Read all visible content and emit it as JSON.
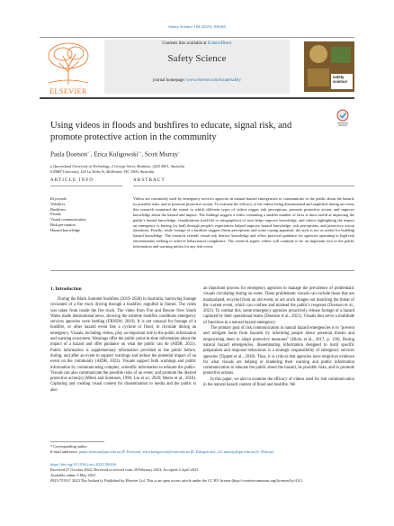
{
  "citation": "Safety Science 164 (2023) 106166",
  "header": {
    "contents_prefix": "Contents lists available at ",
    "contents_link": "ScienceDirect",
    "journal": "Safety Science",
    "homepage_prefix": "journal homepage: ",
    "homepage_link": "www.elsevier.com/locate/safety",
    "publisher": "ELSEVIER",
    "cover_text": "safety science"
  },
  "article": {
    "title": "Using videos in floods and bushfires to educate, signal risk, and promote protective action in the community",
    "authors": [
      {
        "name": "Paula Dootson",
        "sup": "a,*"
      },
      {
        "name": "Erica Kuligowski",
        "sup": "b,a"
      },
      {
        "name": "Scott Murray",
        "sup": "a"
      }
    ],
    "affiliations": [
      "a Queensland University of Technology, 2 George Street, Brisbane, QLD 4001, Australia",
      "b RMIT University, 124 La Trobe St, Melbourne VIC 3000, Australia"
    ]
  },
  "article_info": {
    "heading": "ARTICLE INFO",
    "keywords_label": "Keywords:",
    "keywords": [
      "Wildfires",
      "Bushfires",
      "Floods",
      "Visual communication",
      "Risk perception",
      "Hazard knowledge"
    ]
  },
  "abstract": {
    "heading": "ABSTRACT",
    "text": "Videos are commonly used by emergency services agencies in natural hazard emergencies to communicate to the public about the hazard, its possible risks, and to promote protective action. To evaluate the efficacy of the videos being disseminated and amplified during an event, this research examined the extent to which different types of videos trigger risk perceptions, promote protective action, and improve knowledge about the hazard and impact. The findings suggest a video containing a smaller number of facts is most useful at impacting the public's hazard knowledge, visualisations (real-life or infographics) of facts helps improve knowledge, and videos highlighting the impact an emergency is having (or had) through people's experiences helped improve hazard knowledge, risk perceptions, and protective action intentions. Finally, while footage of a bushfire triggers threat perceptions and some coping appraisal, the style is not as useful for building hazard knowledge. The research extends visual risk literacy knowledge and offers practical guidance for agencies operating in high-risk environments seeking to achieve behavioural compliance. The research argues videos will continue to be an important tool in the public information and warning milieu for any risk event."
  },
  "introduction": {
    "heading": "1. Introduction",
    "left_para": "During the Black Summer bushfires (2019–2020) in Australia, harrowing footage circulated of a fire truck driving through a bushfire, engulfed in flames. The video was taken from inside the fire truck. The video from Fire and Rescue New South Wales made international news, showing the extreme bushfire conditions emergency services agencies were battling (FRNSW, 2019). It is not unusual for footage of a bushfire, or other hazard event like a cyclone or flood, to circulate during an emergency. Visuals, including videos, play an important role in the public information and warning ecosystem. Warnings offer the public point-in-time information about the impact of a hazard and offer guidance on what the public can do (AIDR, 2021). Public information is supplementary information provided to the public before, during, and after an event to support warnings and reduce the potential impact of an event on the community (AIDR, 2023). Visuals support both warnings and public information by communicating complex, scientific information to educate the public. Visuals can also communicate the possible risks of an event; and promote the desired protective action(s) (Mileti and Sorensen, 1990; Liu et al., 2020; Morss et al., 2018). Capturing and creating visual content for dissemination to media and the public is also",
    "right_para1": "an important process for emergency agencies to manage the prevalence of problematic visuals circulating during an event. These problematic visuals can include those that are manipulated, recycled from an old event, or are stock images not matching the threat of the current event, which can confuse and mislead the public's response (Dootson et al., 2021). To combat this, some emergency agencies proactively release footage of a hazard captured by their operational teams (Dootson et al., 2021). Visuals thus serve a multitude of functions in a natural hazard emergency.",
    "right_para2": "The primary goal of risk communication in natural hazard emergencies is to \"prevent and mitigate harm from hazards by informing people about potential threats and empowering them to adopt protective measures\" (Hicks et al., 2017, p. 138). During natural hazard emergencies, disseminating information designed to instil specific preparation and response behaviours is a strategic responsibility of emergency services agencies (Tippett et al., 2018). Thus, it is critical that agencies have empirical evidence for what visuals are helping or hindering their warning and public information communication to educate the public about the hazard, its possible risks, and to promote protective actions.",
    "right_para3": "In this paper, we aim to examine the efficacy of videos used for risk communication in the natural hazard context of flood and bushfire. We"
  },
  "footer": {
    "corresponding": "* Corresponding author.",
    "email_label": "E-mail addresses: ",
    "emails": "paula.dootson@qut.edu.au (P. Dootson), erica.kuligowski@rmit.edu.au (E. Kuligowski), s21.murray@qut.edu.au (S. Murray).",
    "doi": "https://doi.org/10.1016/j.ssci.2023.106166",
    "received": "Received 27 October 2022; Received in revised form 28 February 2023; Accepted 4 April 2023",
    "available": "Available online 3 May 2023",
    "license": "0925-7535/© 2023 The Author(s). Published by Elsevier Ltd. This is an open access article under the CC BY license (http://creativecommons.org/licenses/by/4.0/)."
  },
  "colors": {
    "link": "#1f6fb2",
    "elsevier_orange": "#e9711c"
  },
  "icons": {
    "updates": "check-for-updates-icon",
    "tree": "elsevier-tree-logo"
  }
}
